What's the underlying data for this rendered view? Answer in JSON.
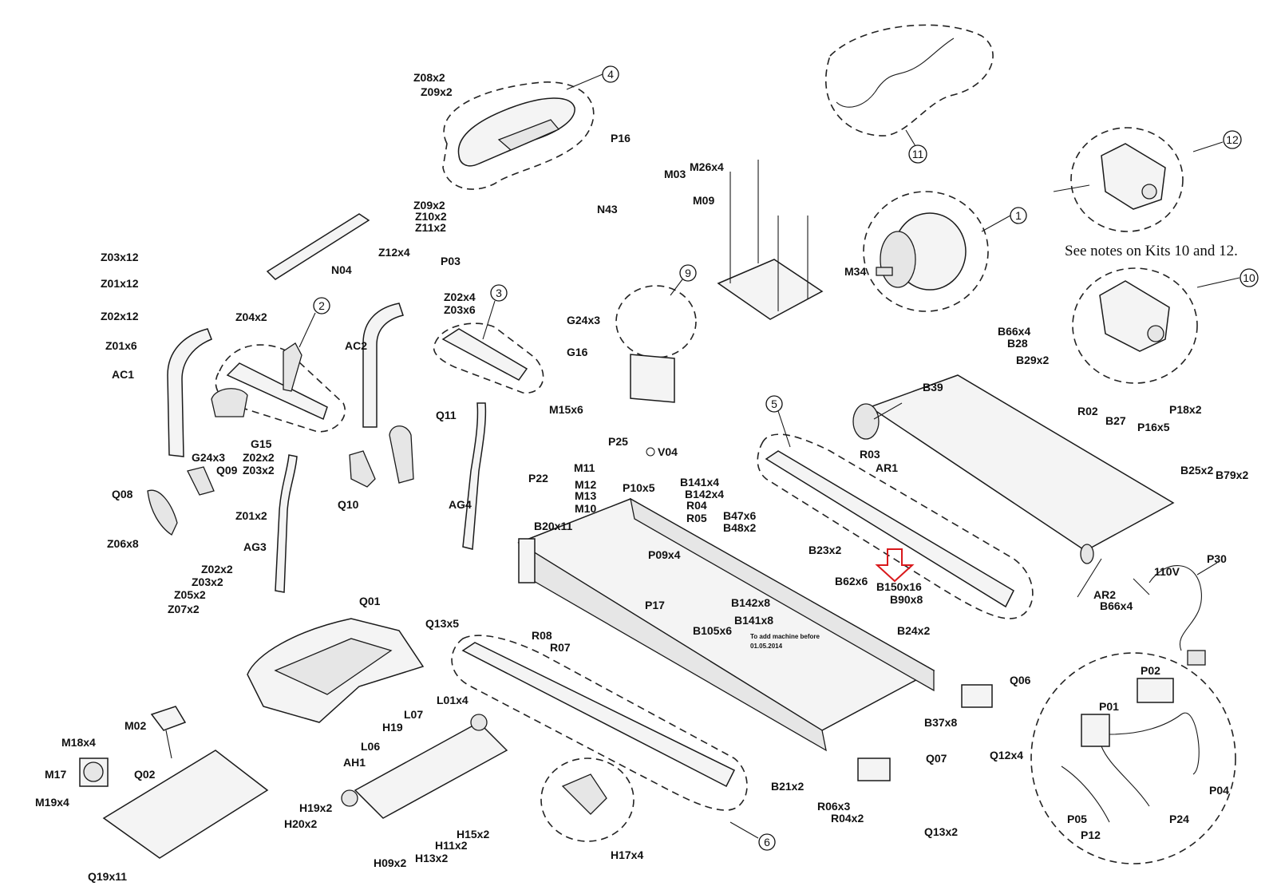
{
  "labels": {
    "z08x2": "Z08x2",
    "z09x2": "Z09x2",
    "z09x2b": "Z09x2",
    "z10x2": "Z10x2",
    "z11x2": "Z11x2",
    "p16": "P16",
    "m03": "M03",
    "m26x4": "M26x4",
    "m09": "M09",
    "m34": "M34",
    "n43": "N43",
    "z12x4": "Z12x4",
    "n04": "N04",
    "p03": "P03",
    "z02x4": "Z02x4",
    "z03x6": "Z03x6",
    "z03x12": "Z03x12",
    "z01x12": "Z01x12",
    "z02x12": "Z02x12",
    "z04x2": "Z04x2",
    "z01x6": "Z01x6",
    "ac1": "AC1",
    "ac2": "AC2",
    "g24x3": "G24x3",
    "g24x3b": "G24x3",
    "g16": "G16",
    "g15": "G15",
    "z02x2": "Z02x2",
    "z03x2": "Z03x2",
    "z01x2": "Z01x2",
    "q09": "Q09",
    "q08": "Q08",
    "z06x8": "Z06x8",
    "ag3": "AG3",
    "z02x2b": "Z02x2",
    "z03x2b": "Z03x2",
    "z05x2": "Z05x2",
    "z07x2": "Z07x2",
    "q11": "Q11",
    "q10": "Q10",
    "ag4": "AG4",
    "m15x6": "M15x6",
    "p25": "P25",
    "m11": "M11",
    "v04": "V04",
    "p22": "P22",
    "m12": "M12",
    "m13": "M13",
    "m10": "M10",
    "p10x5": "P10x5",
    "b20x11": "B20x11",
    "b141x4": "B141x4",
    "b142x4": "B142x4",
    "r04": "R04",
    "r05": "R05",
    "b47x6": "B47x6",
    "b48x2": "B48x2",
    "p09x4": "P09x4",
    "p17": "P17",
    "b142x8": "B142x8",
    "b141x8": "B141x8",
    "b105x6": "B105x6",
    "b23x2": "B23x2",
    "b62x6": "B62x6",
    "b150x16": "B150x16",
    "b90x8": "B90x8",
    "b24x2": "B24x2",
    "b37x8": "B37x8",
    "r08": "R08",
    "r07": "R07",
    "b66x4": "B66x4",
    "b28": "B28",
    "b29x2": "B29x2",
    "b39": "B39",
    "r02": "R02",
    "b27": "B27",
    "r03": "R03",
    "ar1": "AR1",
    "p18x2": "P18x2",
    "p16x5": "P16x5",
    "b25x2": "B25x2",
    "b79x2": "B79x2",
    "ar2": "AR2",
    "b66x4b": "B66x4",
    "v110": "110V",
    "p30": "P30",
    "q06": "Q06",
    "q12x4": "Q12x4",
    "q07": "Q07",
    "r06x3": "R06x3",
    "r04x2": "R04x2",
    "q13x2": "Q13x2",
    "b21x2": "B21x2",
    "q01": "Q01",
    "q13x5": "Q13x5",
    "l07": "L07",
    "h19": "H19",
    "l01x4": "L01x4",
    "l06": "L06",
    "ah1": "AH1",
    "h19x2": "H19x2",
    "h20x2": "H20x2",
    "h15x2": "H15x2",
    "h11x2": "H11x2",
    "h13x2": "H13x2",
    "h09x2": "H09x2",
    "h17x4": "H17x4",
    "m02": "M02",
    "m18x4": "M18x4",
    "m17": "M17",
    "q02": "Q02",
    "m19x4": "M19x4",
    "q19x11": "Q19x11",
    "p02": "P02",
    "p01": "P01",
    "p04": "P04",
    "p24": "P24",
    "p05": "P05",
    "p12": "P12"
  },
  "kits": {
    "k1": "1",
    "k2": "2",
    "k3": "3",
    "k4": "4",
    "k5": "5",
    "k6": "6",
    "k9": "9",
    "k10": "10",
    "k11": "11",
    "k12": "12"
  },
  "note": "See notes on Kits 10 and 12.",
  "small_note_1": "To add machine before",
  "small_note_2": "01.05.2014",
  "arrow_color": "#d9191c"
}
